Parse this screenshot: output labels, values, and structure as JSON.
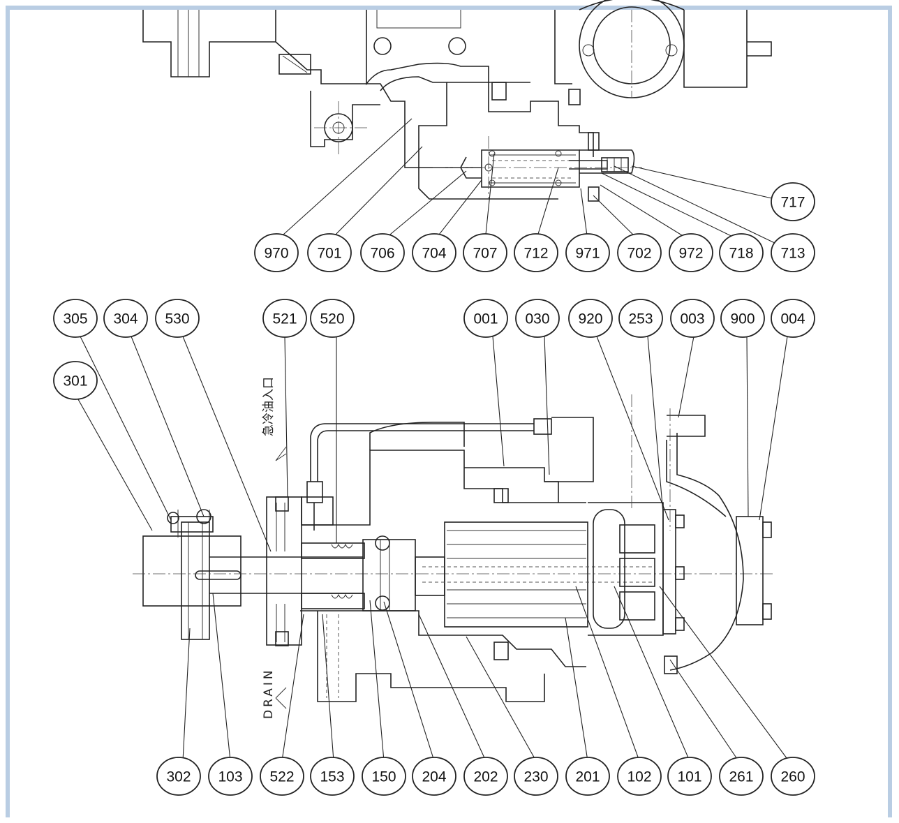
{
  "labels": {
    "top_row": [
      "970",
      "701",
      "706",
      "704",
      "707",
      "712",
      "971",
      "702",
      "972",
      "718",
      "713"
    ],
    "top_right": "717",
    "mid_row": [
      "305",
      "304",
      "530",
      "521",
      "520",
      "001",
      "030",
      "920",
      "253",
      "003",
      "900",
      "004"
    ],
    "mid_left": "301",
    "bottom_row": [
      "302",
      "103",
      "522",
      "153",
      "150",
      "204",
      "202",
      "230",
      "201",
      "102",
      "101",
      "261",
      "260"
    ]
  },
  "annotations": {
    "quench_inlet": "急冷油入口",
    "drain": "DRAIN"
  }
}
